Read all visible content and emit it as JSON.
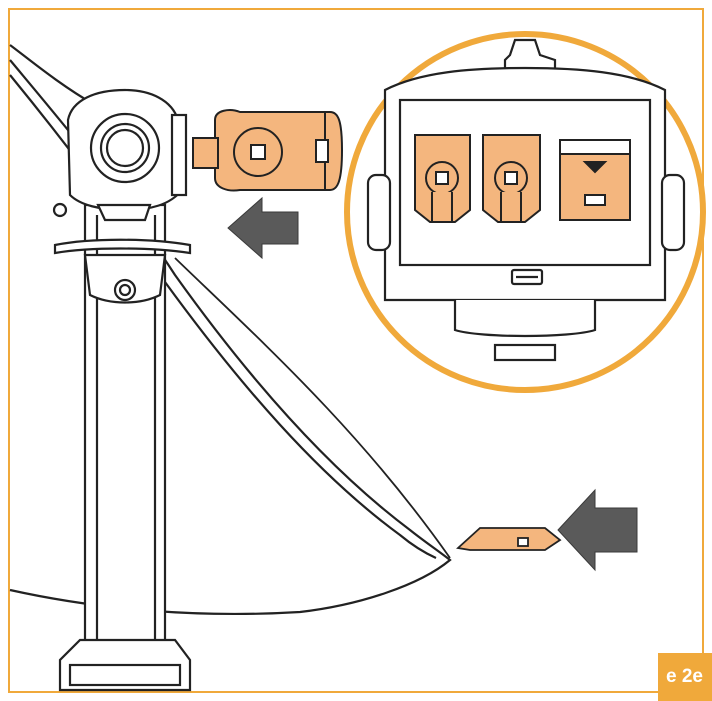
{
  "figure": {
    "page_label": "e 2e",
    "colors": {
      "frame": "#f0a93b",
      "part_fill": "#f4b67e",
      "arrow_fill": "#5a5a5a",
      "line": "#222222",
      "label_bg": "#f0a93b",
      "label_text": "#ffffff"
    },
    "icons": [
      "mount-arm",
      "dish-reflector",
      "lnb-clip-part",
      "insert-arrow",
      "zoom-detail-circle",
      "plate-part"
    ]
  }
}
